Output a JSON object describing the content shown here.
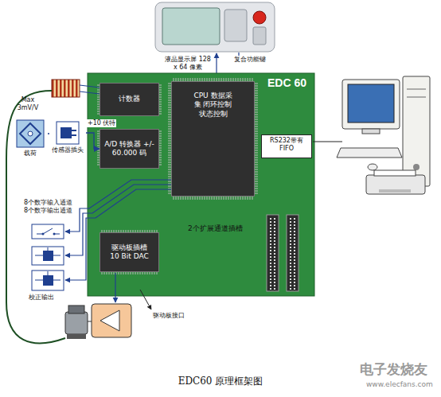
{
  "diagram": {
    "caption": "EDC60 原理框架图",
    "nodes": [
      {
        "text": [
          "EDC 60"
        ]
      },
      {
        "text": [
          "计数器"
        ],
        "in": 0
      },
      {
        "text": [
          "A/D 转换器 +/- 60.000 码"
        ],
        "in": 0
      },
      {
        "text": [
          "CPU 数据采集 闭环控制 状态控制"
        ],
        "in": 0
      },
      {
        "text": [
          "RS232带有 FIFO"
        ],
        "in": 0
      },
      {
        "text": [
          "驱动板插槽 10 Bit DAC"
        ],
        "in": 0
      },
      {
        "text": [
          "载荷"
        ]
      },
      {
        "text": [
          "传感器插头"
        ]
      }
    ],
    "edges": [
      {
        "from": 6,
        "to": 7,
        "arrow": "none"
      },
      {
        "from": 7,
        "to": 2,
        "label": "+10 伏特",
        "arrow": "to"
      }
    ],
    "labels": [
      "液晶显示屏 128 x 64 像素",
      "复合功能键",
      "Max 3mV/V",
      "8个数字输入通道 8个数字输出通道",
      "校正输出",
      "2个扩展通道插槽",
      "驱动板接口",
      "电子发烧友",
      "www.elecfans.com"
    ]
  }
}
